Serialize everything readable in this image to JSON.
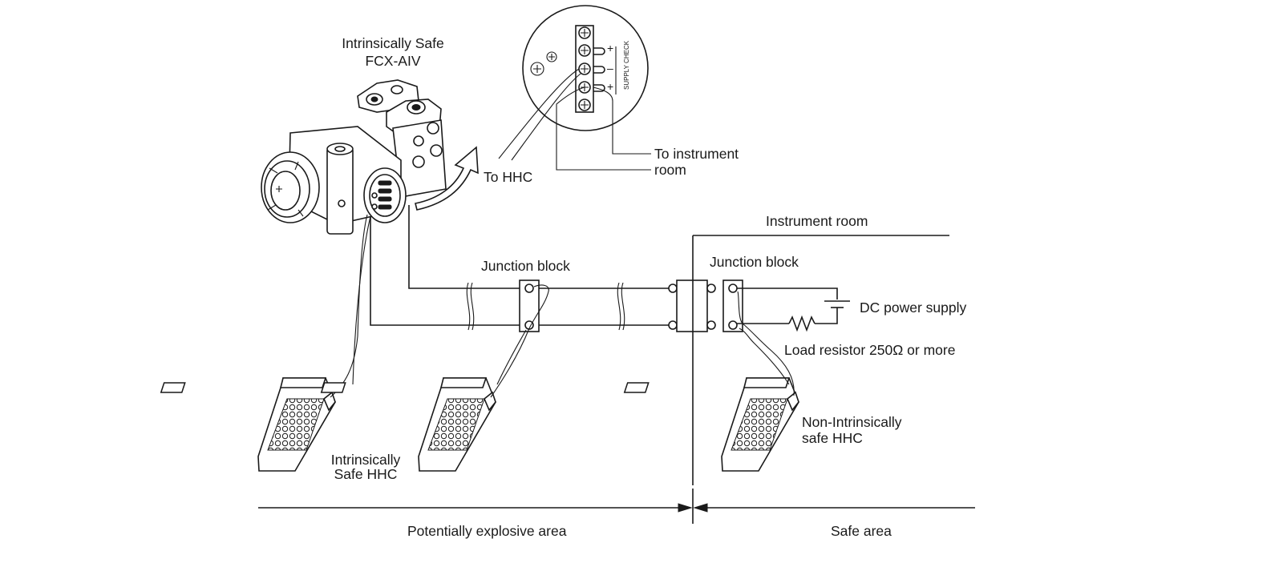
{
  "labels": {
    "transmitter": [
      "Intrinsically Safe",
      "FCX-AIV"
    ],
    "to_hhc": "To HHC",
    "to_instrument_room": [
      "To instrument",
      "room"
    ],
    "supply_check": "SUPPLY CHECK",
    "terminal_signs": [
      "+",
      "–",
      "+"
    ],
    "instrument_room": "Instrument room",
    "junction_block_left": "Junction block",
    "junction_block_right": "Junction block",
    "dc_power_supply": "DC power supply",
    "load_resistor": "Load resistor 250Ω or more",
    "intrinsically_safe_hhc": [
      "Intrinsically",
      "Safe HHC"
    ],
    "non_intrinsically_safe_hhc": [
      "Non-Intrinsically",
      "safe HHC"
    ],
    "potentially_explosive_area": "Potentially explosive area",
    "safe_area": "Safe area"
  }
}
